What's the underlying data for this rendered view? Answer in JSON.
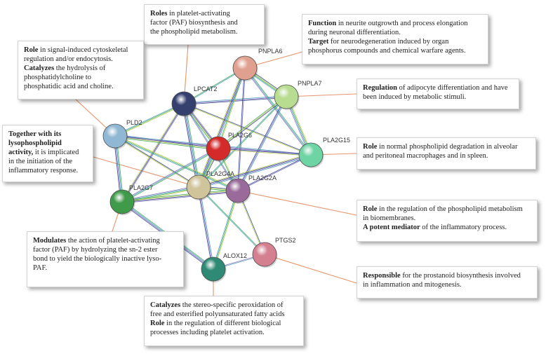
{
  "proteins": [
    {
      "id": "PNPLA6",
      "color": "#e0a090"
    },
    {
      "id": "LPCAT2",
      "color": "#35406e"
    },
    {
      "id": "PNPLA7",
      "color": "#b8dc90"
    },
    {
      "id": "PLD2",
      "color": "#90b8d4"
    },
    {
      "id": "PLA2G6",
      "color": "#d42a2a"
    },
    {
      "id": "PLA2G15",
      "color": "#6ed4a4"
    },
    {
      "id": "PLA2G4A",
      "color": "#cfc49a"
    },
    {
      "id": "PLA2G2A",
      "color": "#9a6b9a"
    },
    {
      "id": "PLA2G7",
      "color": "#3f9a4a"
    },
    {
      "id": "PTGS2",
      "color": "#d48090"
    },
    {
      "id": "ALOX12",
      "color": "#2e8a74"
    }
  ],
  "edges": [
    [
      "LPCAT2",
      "PNPLA6"
    ],
    [
      "LPCAT2",
      "PNPLA7"
    ],
    [
      "LPCAT2",
      "PLA2G6"
    ],
    [
      "LPCAT2",
      "PLA2G15"
    ],
    [
      "LPCAT2",
      "PLD2"
    ],
    [
      "LPCAT2",
      "PLA2G4A"
    ],
    [
      "LPCAT2",
      "PLA2G2A"
    ],
    [
      "LPCAT2",
      "PLA2G7"
    ],
    [
      "PNPLA6",
      "PNPLA7"
    ],
    [
      "PNPLA6",
      "PLA2G6"
    ],
    [
      "PNPLA6",
      "PLA2G15"
    ],
    [
      "PNPLA6",
      "PLA2G4A"
    ],
    [
      "PNPLA6",
      "PLA2G2A"
    ],
    [
      "PNPLA7",
      "PLA2G6"
    ],
    [
      "PNPLA7",
      "PLA2G15"
    ],
    [
      "PNPLA7",
      "PLA2G4A"
    ],
    [
      "PNPLA7",
      "PLA2G2A"
    ],
    [
      "PLD2",
      "PLA2G6"
    ],
    [
      "PLD2",
      "PLA2G4A"
    ],
    [
      "PLD2",
      "PLA2G2A"
    ],
    [
      "PLD2",
      "PLA2G7"
    ],
    [
      "PLD2",
      "PLA2G15"
    ],
    [
      "PLA2G6",
      "PLA2G15"
    ],
    [
      "PLA2G6",
      "PLA2G4A"
    ],
    [
      "PLA2G6",
      "PLA2G2A"
    ],
    [
      "PLA2G6",
      "PLA2G7"
    ],
    [
      "PLA2G15",
      "PLA2G4A"
    ],
    [
      "PLA2G15",
      "PLA2G2A"
    ],
    [
      "PLA2G4A",
      "PLA2G2A"
    ],
    [
      "PLA2G4A",
      "PLA2G7"
    ],
    [
      "PLA2G4A",
      "PTGS2"
    ],
    [
      "PLA2G4A",
      "ALOX12"
    ],
    [
      "PLA2G2A",
      "PLA2G7"
    ],
    [
      "PLA2G2A",
      "PTGS2"
    ],
    [
      "PLA2G2A",
      "ALOX12"
    ],
    [
      "PLA2G7",
      "ALOX12"
    ],
    [
      "PTGS2",
      "ALOX12"
    ]
  ],
  "connectors": [
    [
      "roles_paf",
      "LPCAT2"
    ],
    [
      "role_cytoskeletal",
      "PLD2"
    ],
    [
      "function_neurite",
      "PNPLA6"
    ],
    [
      "regulation_adipocyte",
      "PNPLA7"
    ],
    [
      "role_degradation",
      "PLA2G15"
    ],
    [
      "lysophospholipid",
      "PLA2G4A"
    ],
    [
      "regulation_phospholipid",
      "PLA2G2A"
    ],
    [
      "modulates_paf",
      "PLA2G7"
    ],
    [
      "catalyzes_peroxidation",
      "ALOX12"
    ],
    [
      "prostanoid",
      "PTGS2"
    ]
  ],
  "notes": {
    "roles_paf": {
      "lines": [
        [
          {
            "b": true,
            "t": "Roles"
          },
          {
            "t": " in platelet-activating"
          }
        ],
        [
          {
            "t": "factor (PAF) biosynthesis and"
          }
        ],
        [
          {
            "t": "the phospholipid metabolism."
          }
        ]
      ]
    },
    "function_neurite": {
      "lines": [
        [
          {
            "b": true,
            "t": "Function"
          },
          {
            "t": " in neurite outgrowth and process elongation"
          }
        ],
        [
          {
            "t": "during neuronal differentiation."
          }
        ],
        [
          {
            "b": true,
            "t": "Target"
          },
          {
            "t": " for neurodegeneration induced by organ"
          }
        ],
        [
          {
            "t": "phosphorus compounds and chemical warfare agents."
          }
        ]
      ]
    },
    "role_cytoskeletal": {
      "lines": [
        [
          {
            "b": true,
            "t": "Role"
          },
          {
            "t": " in signal-induced cytoskeletal"
          }
        ],
        [
          {
            "t": "regulation and/or endocytosis."
          }
        ],
        [
          {
            "b": true,
            "t": "Catalyzes"
          },
          {
            "t": " the hydrolysis of"
          }
        ],
        [
          {
            "t": "phosphatidylcholine to"
          }
        ],
        [
          {
            "t": "phosphatidic acid and choline."
          }
        ]
      ]
    },
    "regulation_adipocyte": {
      "lines": [
        [
          {
            "b": true,
            "t": "Regulation"
          },
          {
            "t": " of adipocyte differentiation and have"
          }
        ],
        [
          {
            "t": "been induced by metabolic stimuli."
          }
        ]
      ]
    },
    "lysophospholipid": {
      "lines": [
        [
          {
            "b": true,
            "t": "Together with its"
          }
        ],
        [
          {
            "b": true,
            "t": "lysophospholipid"
          }
        ],
        [
          {
            "b": true,
            "t": "activity,"
          },
          {
            "t": " it is implicated"
          }
        ],
        [
          {
            "t": "in the initiation of the"
          }
        ],
        [
          {
            "t": "inflammatory response."
          }
        ]
      ]
    },
    "role_degradation": {
      "lines": [
        [
          {
            "b": true,
            "t": "Role"
          },
          {
            "t": " in normal phospholipid degradation in alveolar"
          }
        ],
        [
          {
            "t": "and peritoneal macrophages and in spleen."
          }
        ]
      ]
    },
    "regulation_phospholipid": {
      "lines": [
        [
          {
            "b": true,
            "t": "Role"
          },
          {
            "t": " in the regulation of the phospholipid metabolism"
          }
        ],
        [
          {
            "t": "in biomembranes."
          }
        ],
        [
          {
            "b": true,
            "t": "A potent mediator"
          },
          {
            "t": " of the inflammatory process."
          }
        ]
      ]
    },
    "modulates_paf": {
      "lines": [
        [
          {
            "b": true,
            "t": "Modulates"
          },
          {
            "t": " the action of platelet-activating"
          }
        ],
        [
          {
            "t": "factor (PAF) by hydrolyzing the sn-2 ester"
          }
        ],
        [
          {
            "t": "bond to yield the biologically inactive lyso-"
          }
        ],
        [
          {
            "t": "PAF."
          }
        ]
      ]
    },
    "prostanoid": {
      "lines": [
        [
          {
            "b": true,
            "t": "Responsible"
          },
          {
            "t": " for the prostanoid biosynthesis involved"
          }
        ],
        [
          {
            "t": "in inflammation and mitogenesis."
          }
        ]
      ]
    },
    "catalyzes_peroxidation": {
      "lines": [
        [
          {
            "b": true,
            "t": "Catalyzes"
          },
          {
            "t": " the stereo-specific peroxidation of"
          }
        ],
        [
          {
            "t": "free and esterified polyunsaturated fatty acids"
          }
        ],
        [
          {
            "b": true,
            "t": "Role"
          },
          {
            "t": " in the regulation of different biological"
          }
        ],
        [
          {
            "t": "processes including platelet activation."
          }
        ]
      ]
    }
  },
  "colors": {
    "edge_palette": [
      "#3aa858",
      "#4aa0b8",
      "#7a6ab8",
      "#2c3e8c",
      "#b8c848"
    ],
    "connector": "#e8946a"
  }
}
